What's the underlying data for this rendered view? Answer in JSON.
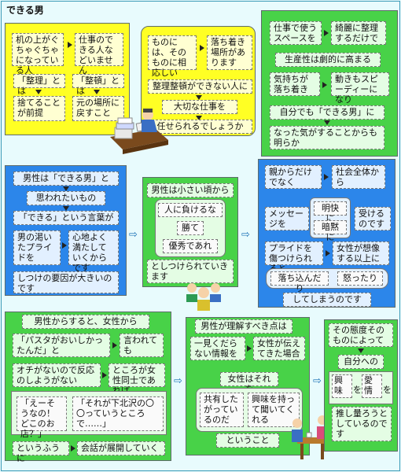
{
  "title": "できる男",
  "panel1": {
    "box_a": "机の上がぐちゃぐちゃになっている人",
    "box_b": "仕事のできる人などいません",
    "box_c": "「整理」とは",
    "box_d": "捨てることが前提",
    "box_e": "「整頓」とは",
    "box_f": "元の場所に戻すこと"
  },
  "panel2": {
    "box_a": "ものには、そのものに相応しい",
    "box_b": "落ち着き場所があります",
    "box_c": "整理整頓ができない人に",
    "box_d": "大切な仕事を",
    "box_e": "任せられるでしょうか"
  },
  "panel3": {
    "box_a": "仕事で使うスペースを",
    "box_b": "綺麗に整理するだけで",
    "box_c": "生産性は劇的に高まる",
    "box_d": "気持ちが落ち着き",
    "box_e": "動きもスピーディーになり",
    "box_f": "自分でも「できる男」に",
    "box_g": "なった気がすることからも明らか"
  },
  "panel4": {
    "box_a": "男性は「できる男」と",
    "box_b": "思われたいもの",
    "box_c": "「できる」という言葉が",
    "box_d": "男の渇いたプライドを",
    "box_e": "心地よく満たしていくからです",
    "box_f": "しつけの要因が大きいのです"
  },
  "panel5": {
    "box_a": "男性は小さい頃から",
    "box_b": "人に負けるな",
    "box_c": "勝て",
    "box_d": "優秀であれ",
    "box_e": "としつけられていきます"
  },
  "panel6": {
    "box_a": "親からだけでなく",
    "box_b": "社会全体から",
    "box_c": "メッセージを",
    "box_d": "明快に",
    "box_e": "暗黙に",
    "box_f": "受けるのです",
    "box_g": "プライドを傷つけられると",
    "box_h": "女性が想像する以上に",
    "box_i": "落ち込んだり",
    "box_j": "怒ったり",
    "box_k": "してしまうのです"
  },
  "panel7": {
    "box_a": "男性からすると、女性から",
    "box_b": "「パスタがおいしかったんだ」と",
    "box_c": "言われても",
    "box_d": "オチがないので反応のしようがない",
    "box_e": "ところが女性同士であれば",
    "box_f": "「えーそうなの！どこのお店？」",
    "box_g": "「それが下北沢の〇〇っていうところで……」",
    "box_h": "というふうに",
    "box_i": "会話が展開していく"
  },
  "panel8": {
    "box_a": "男性が理解すべき点は",
    "box_b": "一見くだらない情報を",
    "box_c": "女性が伝えてきた場合",
    "box_d": "女性はそれを",
    "box_e": "共有したがっているのだ",
    "box_f": "興味を持って聞いてくれる",
    "box_g": "ということ"
  },
  "panel9": {
    "box_a": "その態度そのものによって",
    "box_b": "自分への",
    "box_c": "興味",
    "box_d": "愛情",
    "box_e": "を",
    "box_f": "を",
    "box_g": "推し量ろうとしているのです"
  },
  "colors": {
    "yellow": "#ffff24",
    "green": "#48d248",
    "blue": "#2c86ea",
    "background": "#e8fbfd"
  }
}
